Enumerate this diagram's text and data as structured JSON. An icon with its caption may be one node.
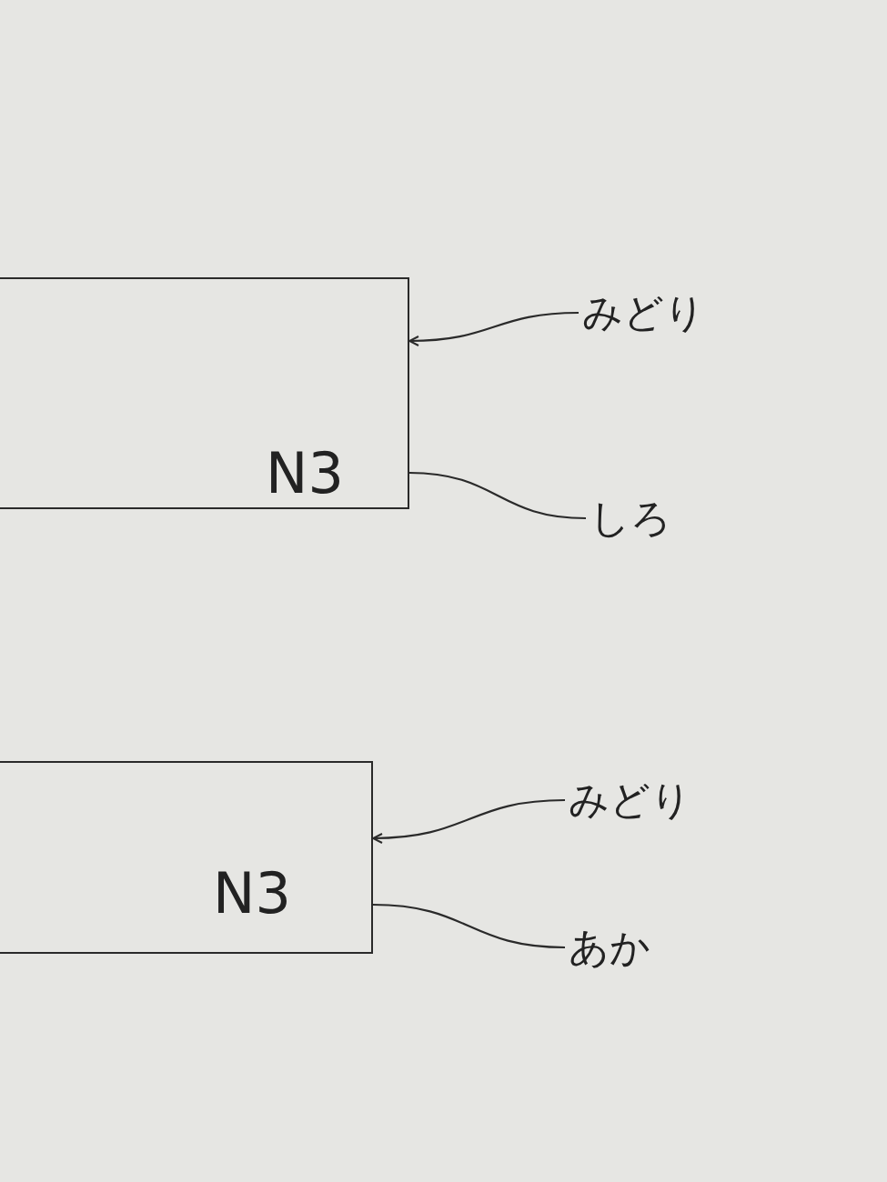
{
  "diagram": {
    "nodes": [
      {
        "text": [
          "N3"
        ]
      },
      {
        "text": [
          "みどり"
        ]
      },
      {
        "text": [
          "しろ"
        ]
      },
      {
        "text": [
          "N3"
        ]
      },
      {
        "text": [
          "みどり"
        ]
      },
      {
        "text": [
          "あか"
        ]
      }
    ],
    "edges": [
      {
        "from": 1,
        "to": 0,
        "arrow": "to"
      },
      {
        "from": 0,
        "to": 2,
        "arrow": "none"
      },
      {
        "from": 4,
        "to": 3,
        "arrow": "to"
      },
      {
        "from": 3,
        "to": 5,
        "arrow": "none"
      }
    ]
  }
}
